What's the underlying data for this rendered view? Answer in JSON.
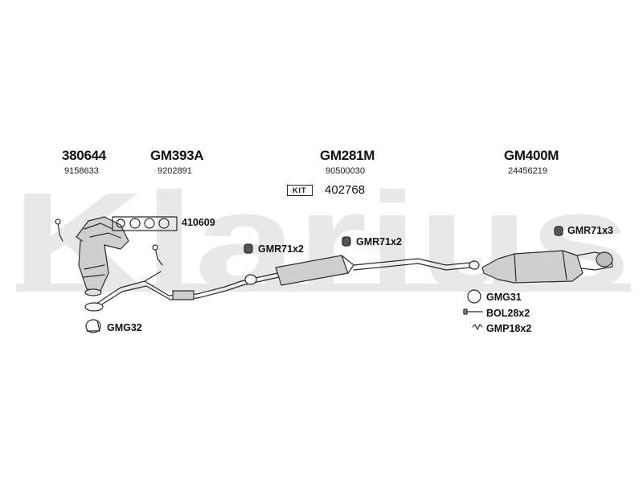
{
  "watermark": "Klarius",
  "columns": [
    {
      "part": "380644",
      "oe": "9158633"
    },
    {
      "part": "GM393A",
      "oe": "9202891"
    },
    {
      "part": "GM281M",
      "oe": "90500030"
    },
    {
      "part": "GM400M",
      "oe": "24456219"
    }
  ],
  "kit": {
    "badge": "KIT",
    "number": "402768"
  },
  "labels": {
    "gasket": "410609",
    "mount_left": "GMR71x2",
    "mount_mid": "GMR71x2",
    "mount_right": "GMR71x3",
    "clamp_left": "GMG32",
    "clamp_right": "GMG31",
    "bolt": "BOL28x2",
    "spring": "GMP18x2"
  },
  "colors": {
    "watermark": "#e8e8e8",
    "stroke": "#2a2a2a",
    "fill": "#cfcfcf"
  }
}
